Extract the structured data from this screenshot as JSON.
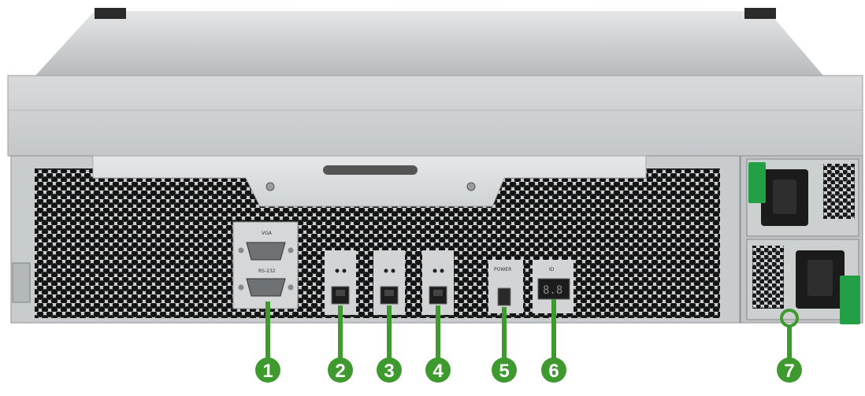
{
  "device": {
    "port_labels": {
      "vga": "VGA",
      "rs232": "RS-232",
      "power": "POWER",
      "id": "ID"
    },
    "id_display": "8.8"
  },
  "callouts": [
    {
      "number": "1",
      "target": "serial-ports"
    },
    {
      "number": "2",
      "target": "lan-port-1"
    },
    {
      "number": "3",
      "target": "lan-port-2"
    },
    {
      "number": "4",
      "target": "lan-port-3"
    },
    {
      "number": "5",
      "target": "power-button"
    },
    {
      "number": "6",
      "target": "id-display"
    },
    {
      "number": "7",
      "target": "power-supply"
    }
  ],
  "colors": {
    "callout": "#3e9a2e",
    "psu_handle": "#23a046",
    "chassis_top": "#c9cbcc",
    "chassis_panel": "#d7d9da",
    "vent_hole": "#111111"
  }
}
